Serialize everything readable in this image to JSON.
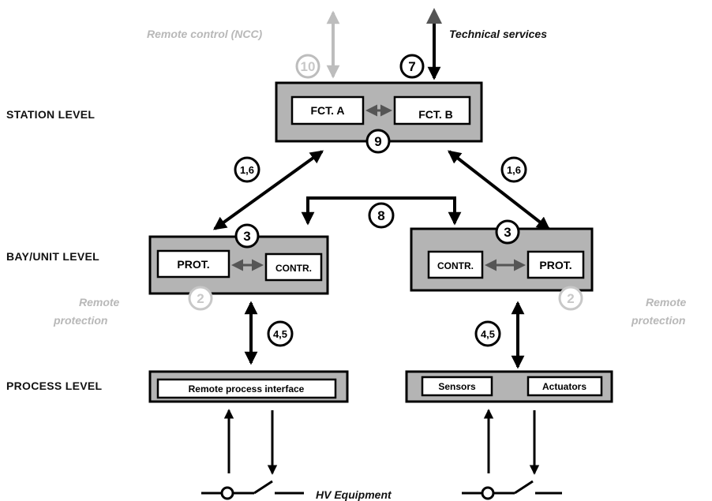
{
  "levels": {
    "station": "STATION  LEVEL",
    "bay": "BAY/UNIT LEVEL",
    "process": "PROCESS LEVEL"
  },
  "top": {
    "remote_control": "Remote control (NCC)",
    "technical_services": "Technical services"
  },
  "station": {
    "fct_a": "FCT. A",
    "fct_b": "FCT. B",
    "badge": "9",
    "top_badge_right": "7",
    "top_badge_left": "10"
  },
  "bay_left": {
    "prot": "PROT.",
    "contr": "CONTR.",
    "badge": "3",
    "badge_bottom": "2"
  },
  "bay_right": {
    "contr": "CONTR.",
    "prot": "PROT.",
    "badge": "3",
    "badge_bottom": "2"
  },
  "links": {
    "left": "1,6",
    "right": "1,6",
    "bay_link": "8",
    "proc_left": "4,5",
    "proc_right": "4,5"
  },
  "side_labels": {
    "left_remote": "Remote",
    "left_protection": "protection",
    "right_remote": "Remote",
    "right_protection": "protection"
  },
  "process": {
    "left_box": "Remote process interface",
    "sensors": "Sensors",
    "actuators": "Actuators"
  },
  "hv_equipment": "HV Equipment",
  "colors": {
    "panel": "#b4b4b4",
    "faded": "#bdbdbd",
    "ink": "#000000"
  }
}
